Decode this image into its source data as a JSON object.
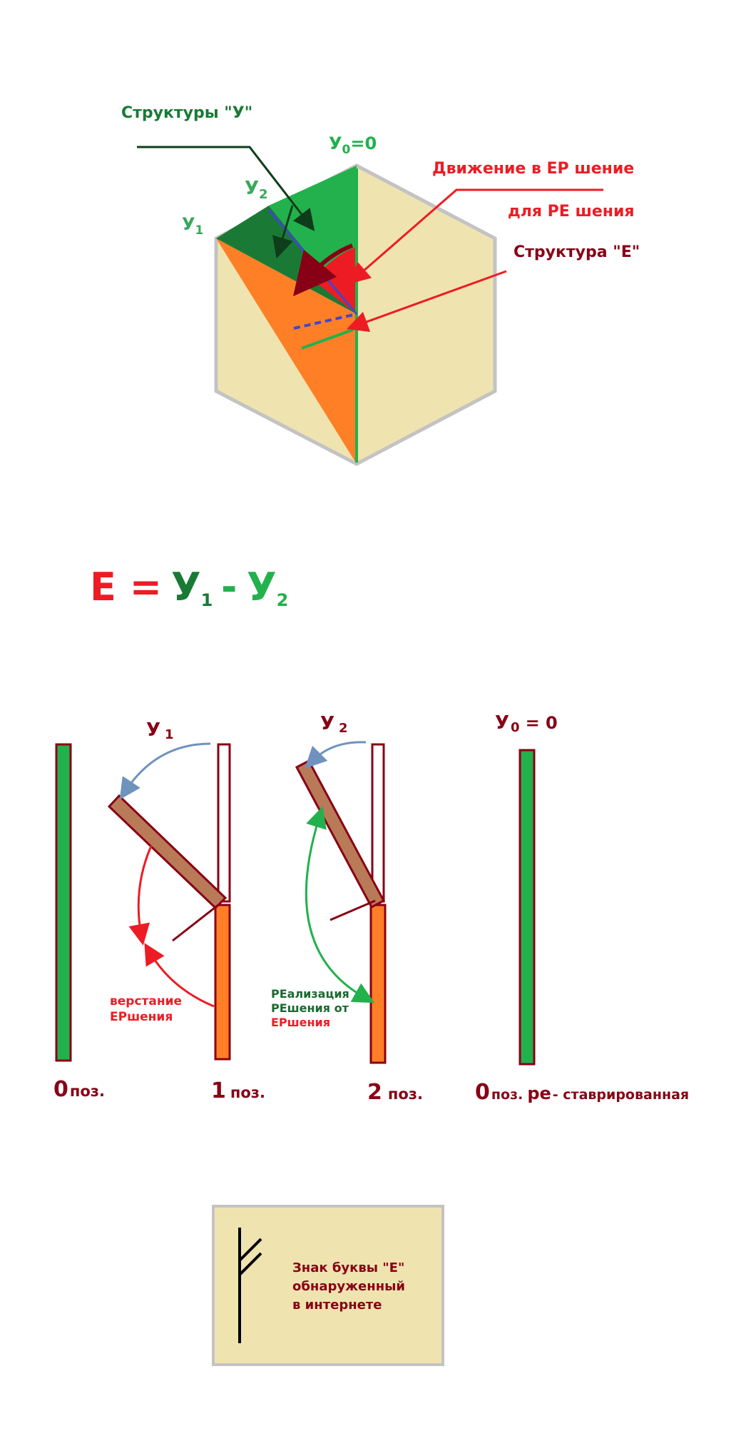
{
  "hexagon": {
    "label_structures_u": "Структуры  \"У\"",
    "label_u0": "У",
    "label_u0_sub": "0",
    "label_u0_eq": "=0",
    "label_u1": "У",
    "label_u1_sub": "1",
    "label_u2": "У",
    "label_u2_sub": "2",
    "label_motion_line1": "Движение в  ЕР шение",
    "label_motion_line2": "для РЕ шения",
    "label_structure_e": "Структура \"Е\""
  },
  "formula": {
    "e": "Е =",
    "u1": "У",
    "u1_sub": "1",
    "minus": "-",
    "u2": "У",
    "u2_sub": "2"
  },
  "positions": {
    "u1_label": "У",
    "u1_sub": "1",
    "u2_label": "У",
    "u2_sub": "2",
    "u0_label": "У",
    "u0_sub": "0",
    "u0_eq": "= 0",
    "note_left_line1": "верстание",
    "note_left_line2": "ЕРшения",
    "note_mid_line1": "РЕализация",
    "note_mid_line2": "РЕшения от",
    "note_mid_line3": "ЕРшения",
    "pos0_num": "0",
    "pos0_txt": "поз.",
    "pos1_num": "1",
    "pos1_txt": "поз.",
    "pos2_num": "2",
    "pos2_txt": "поз.",
    "pos3_num": "0",
    "pos3_txt": "поз.",
    "pos3_re": "ре",
    "pos3_tail": "- ставрированная"
  },
  "rune_box": {
    "line1": "Знак буквы \"Е\"",
    "line2": "обнаруженный",
    "line3": "в интернете"
  },
  "colors": {
    "beige": "#efe4b0",
    "green": "#22b14c",
    "dark_green": "#1a7a35",
    "orange": "#ff7f27",
    "red": "#ed1c24",
    "dark_red": "#880015",
    "blue": "#3f48cc",
    "brown": "#b97a57",
    "steel_blue": "#7092be"
  }
}
